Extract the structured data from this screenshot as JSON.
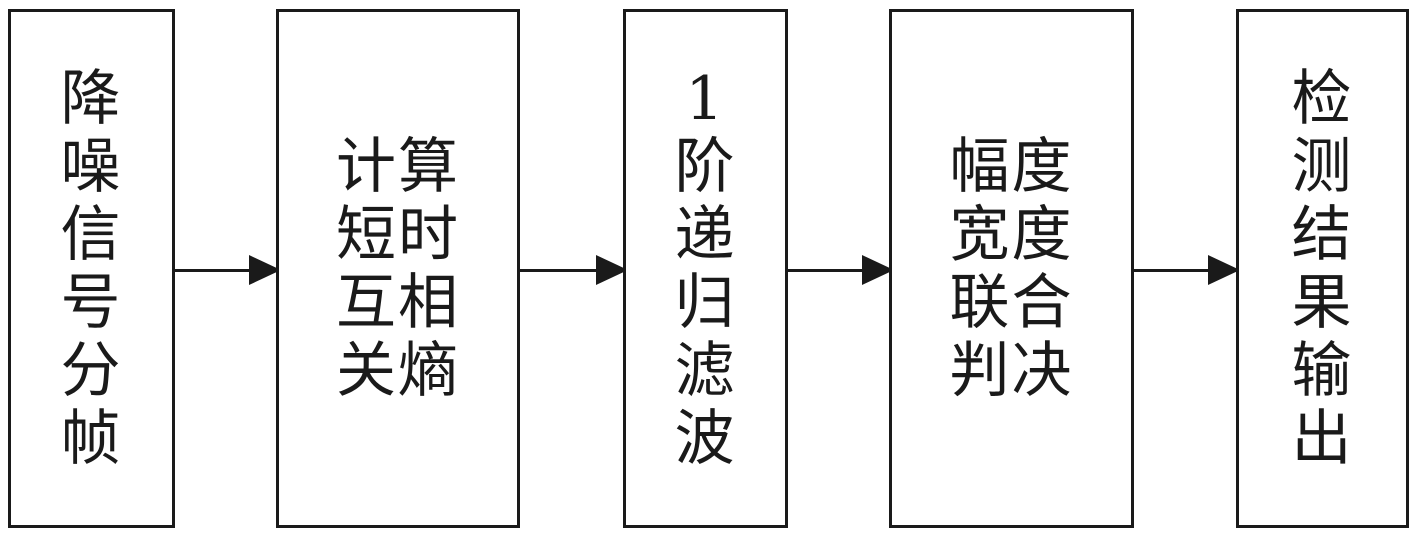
{
  "diagram": {
    "nodes": [
      {
        "id": "denoise-framing",
        "text": "降\n噪\n信\n号\n分\n帧"
      },
      {
        "id": "short-time-cross-entropy",
        "text": "计算\n短时\n互相\n关熵"
      },
      {
        "id": "first-order-recursive-filter",
        "text": "1\n阶\n递\n归\n滤\n波"
      },
      {
        "id": "amplitude-width-joint-decision",
        "text": "幅度\n宽度\n联合\n判决"
      },
      {
        "id": "detection-result-output",
        "text": "检\n测\n结\n果\n输\n出"
      }
    ],
    "edges": [
      {
        "from": "denoise-framing",
        "to": "short-time-cross-entropy"
      },
      {
        "from": "short-time-cross-entropy",
        "to": "first-order-recursive-filter"
      },
      {
        "from": "first-order-recursive-filter",
        "to": "amplitude-width-joint-decision"
      },
      {
        "from": "amplitude-width-joint-decision",
        "to": "detection-result-output"
      }
    ]
  }
}
